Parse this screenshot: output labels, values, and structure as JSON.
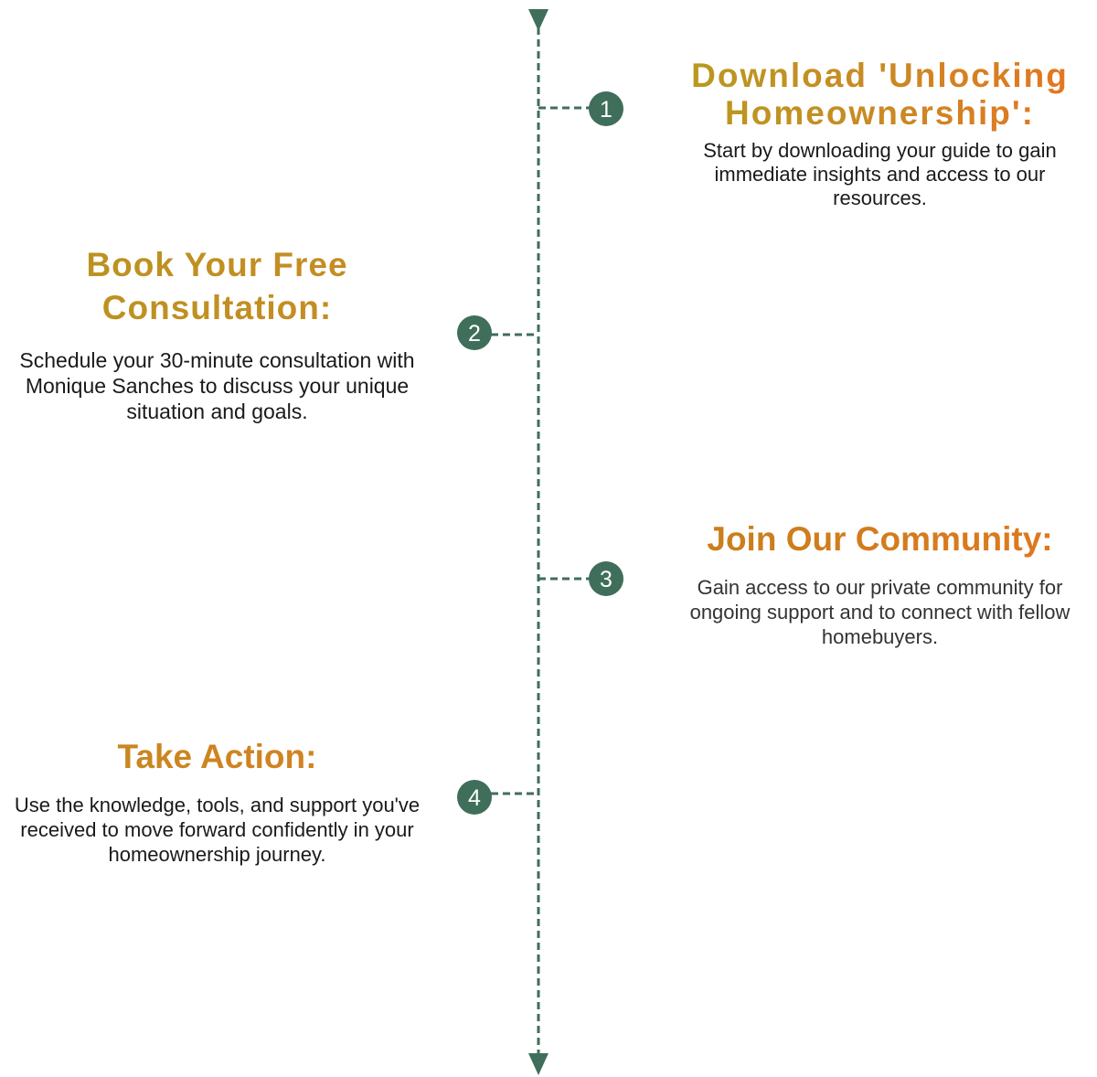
{
  "colors": {
    "line": "#3f6e5a",
    "badge": "#3f6e5a",
    "badge_text": "#ffffff",
    "title": "#c68420",
    "body_text": "#1a1a1a"
  },
  "steps": [
    {
      "number": "1",
      "title": "Download 'Unlocking Homeownership':",
      "description": "Start by downloading your guide to gain immediate insights and access to our resources."
    },
    {
      "number": "2",
      "title": "Book Your Free Consultation:",
      "description": "Schedule your 30-minute consultation with Monique Sanches to discuss your unique situation and goals."
    },
    {
      "number": "3",
      "title": "Join Our Community:",
      "description": "Gain access to our private community for ongoing support and to connect with fellow homebuyers."
    },
    {
      "number": "4",
      "title": "Take Action:",
      "description": "Use the knowledge, tools, and support you've received to move forward confidently in your homeownership journey."
    }
  ]
}
